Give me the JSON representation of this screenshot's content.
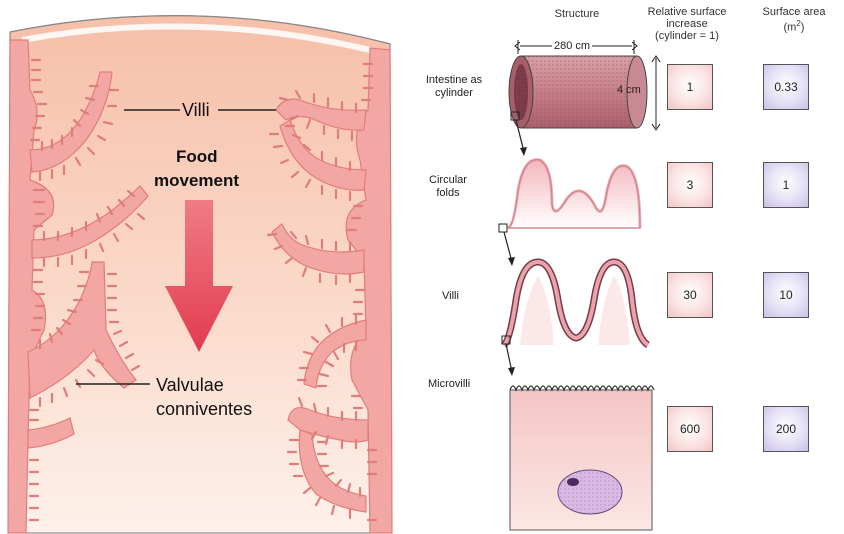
{
  "left_panel": {
    "villi_label": "Villi",
    "food_line1": "Food",
    "food_line2": "movement",
    "valvulae_line1": "Valvulae",
    "valvulae_line2": "conniventes"
  },
  "table": {
    "headers": {
      "structure": "Structure",
      "relative_line1": "Relative surface",
      "relative_line2": "increase",
      "relative_line3": "(cylinder = 1)",
      "area_line1": "Surface area",
      "area_line2": "(m",
      "area_sup": "2",
      "area_close": ")"
    },
    "cylinder_length": "280 cm",
    "cylinder_diameter": "4 cm",
    "rows": [
      {
        "label_line1": "Intestine as",
        "label_line2": "cylinder",
        "relative": "1",
        "area": "0.33"
      },
      {
        "label_line1": "Circular",
        "label_line2": "folds",
        "relative": "3",
        "area": "1"
      },
      {
        "label_line1": "Villi",
        "label_line2": "",
        "relative": "30",
        "area": "10"
      },
      {
        "label_line1": "Microvilli",
        "label_line2": "",
        "relative": "600",
        "area": "200"
      }
    ]
  },
  "colors": {
    "tissue": "#f3a7a4",
    "tissue_edge": "#e07d7a",
    "lumen_top": "#f7c3ae",
    "lumen_bottom": "#fdf0ea",
    "arrow": "#e8485a",
    "box_pink": "#f2c4c4",
    "box_purple": "#c9bfe6"
  }
}
